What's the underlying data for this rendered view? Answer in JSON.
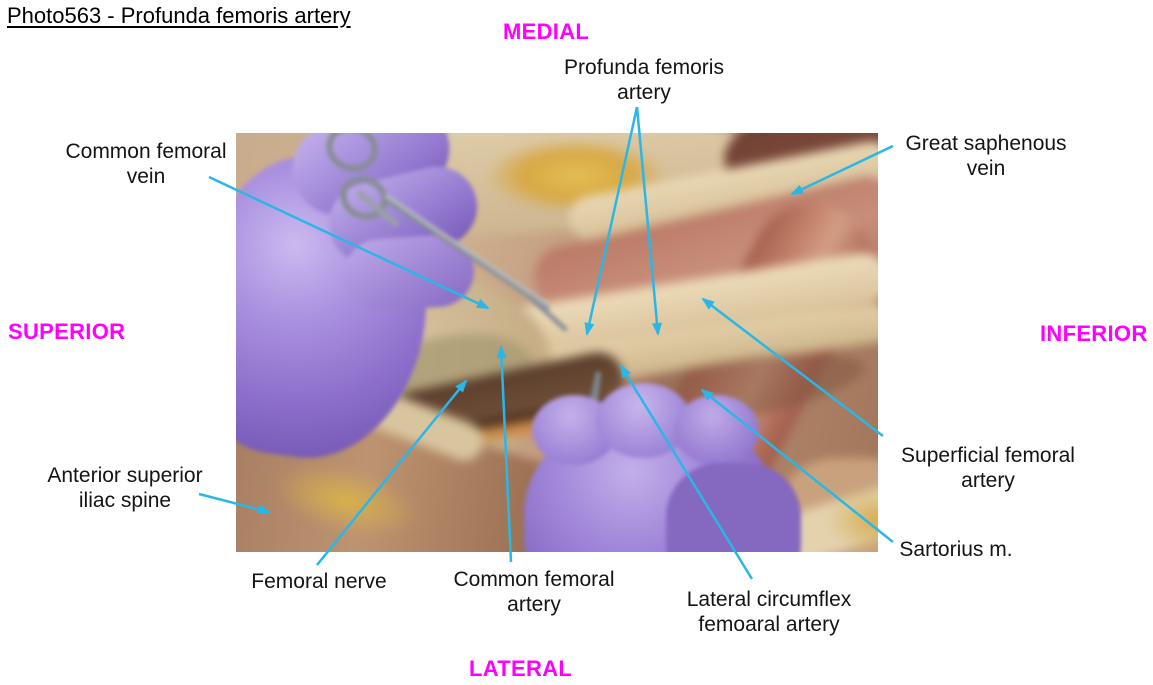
{
  "title": "Photo563 - Profunda femoris artery",
  "colors": {
    "direction_label": "#ff00ff",
    "arrow": "#29b7e8",
    "label_text": "#141414"
  },
  "orientation": {
    "top": "MEDIAL",
    "left": "SUPERIOR",
    "right": "INFERIOR",
    "bottom": "LATERAL"
  },
  "labels": {
    "common_femoral_vein": {
      "lines": [
        "Common femoral",
        "vein"
      ]
    },
    "profunda_femoris_artery": {
      "lines": [
        "Profunda femoris",
        "artery"
      ]
    },
    "great_saphenous_vein": {
      "lines": [
        "Great saphenous",
        "vein"
      ]
    },
    "anterior_superior_iliac_spine": {
      "lines": [
        "Anterior superior",
        "iliac spine"
      ]
    },
    "femoral_nerve": {
      "lines": [
        "Femoral nerve"
      ]
    },
    "common_femoral_artery": {
      "lines": [
        "Common femoral",
        "artery"
      ]
    },
    "lateral_circumflex_femoral_artery": {
      "lines": [
        "Lateral circumflex",
        "femoaral artery"
      ]
    },
    "superficial_femoral_artery": {
      "lines": [
        "Superficial femoral",
        "artery"
      ]
    },
    "sartorius_muscle": {
      "lines": [
        "Sartorius m."
      ]
    }
  },
  "photo": {
    "alt": "Cadaver dissection of the femoral triangle: two purple-gloved hands, a hemostat retracting tissue, exposed femoral vessels, nerve and muscles"
  }
}
